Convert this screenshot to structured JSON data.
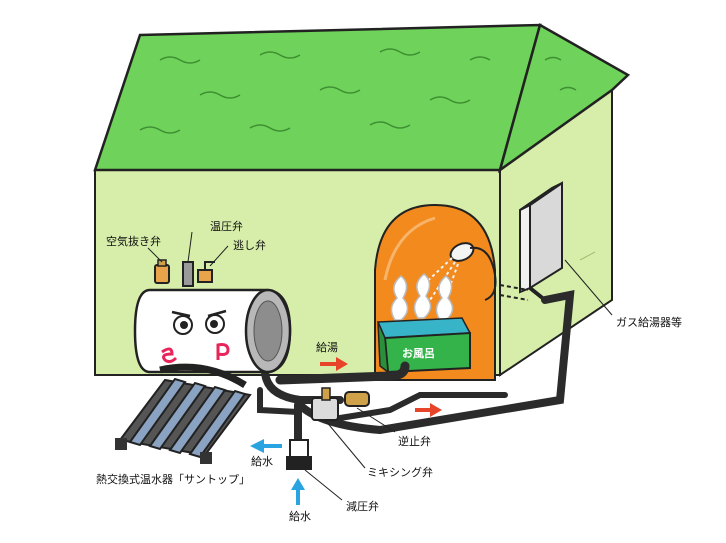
{
  "labels": {
    "air_vent_valve": "空気抜き弁",
    "temp_pressure_valve": "温圧弁",
    "relief_valve": "逃し弁",
    "hot_supply": "給湯",
    "bath": "お風呂",
    "gas_heater": "ガス給湯器等",
    "check_valve": "逆止弁",
    "mixing_valve": "ミキシング弁",
    "water_supply_side": "給水",
    "product_name": "熱交換式温水器「サントップ」",
    "reducing_valve": "減圧弁",
    "water_supply_bottom": "給水"
  },
  "icons": {
    "tank_face": "face-icon",
    "tank_logo": "ep-logo-icon",
    "shower": "shower-head-icon"
  },
  "colors": {
    "roof": "#6fd25a",
    "wall": "#d6eea9",
    "bathroom": "#f28a1e",
    "bathtub": "#33b34a",
    "pipe": "#2b2b2b",
    "hot_arrow": "#e8442a",
    "cold_arrow": "#2aa4e0",
    "logo": "#e8255a"
  }
}
